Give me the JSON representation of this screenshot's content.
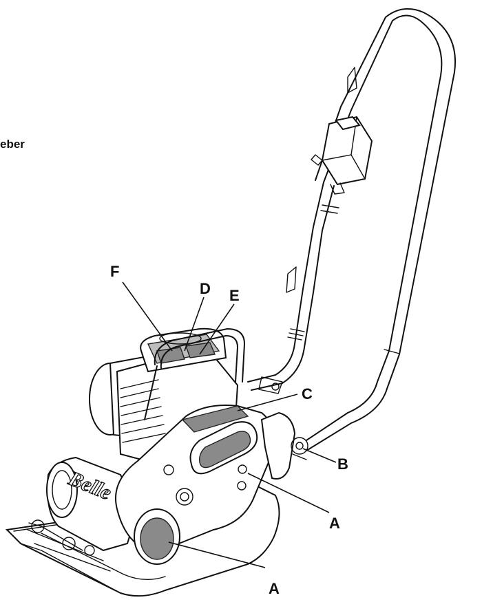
{
  "edge_text": [
    "",
    "eber"
  ],
  "brand_text": "Belle",
  "callouts": {
    "F": "F",
    "D": "D",
    "E": "E",
    "C": "C",
    "B": "B",
    "A_right": "A",
    "A_bottom": "A"
  }
}
